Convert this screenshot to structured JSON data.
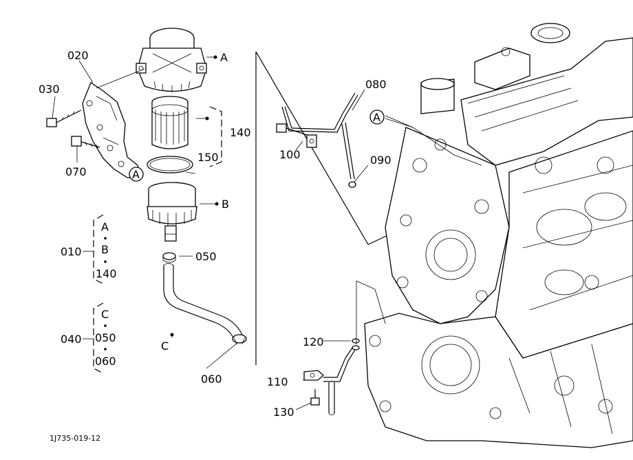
{
  "figure_code": "1J735-019-12",
  "callouts": {
    "p010": "010",
    "p020": "020",
    "p030": "030",
    "p040": "040",
    "p050": "050",
    "p060a": "060",
    "p070": "070",
    "p080": "080",
    "p090": "090",
    "p100": "100",
    "p110": "110",
    "p120": "120",
    "p130": "130",
    "p140": "140",
    "p150": "150"
  },
  "refs": {
    "A": "A",
    "B": "B",
    "C": "C"
  },
  "group_010": [
    "A",
    "B",
    "140"
  ],
  "group_040": [
    "C",
    "050",
    "060"
  ]
}
